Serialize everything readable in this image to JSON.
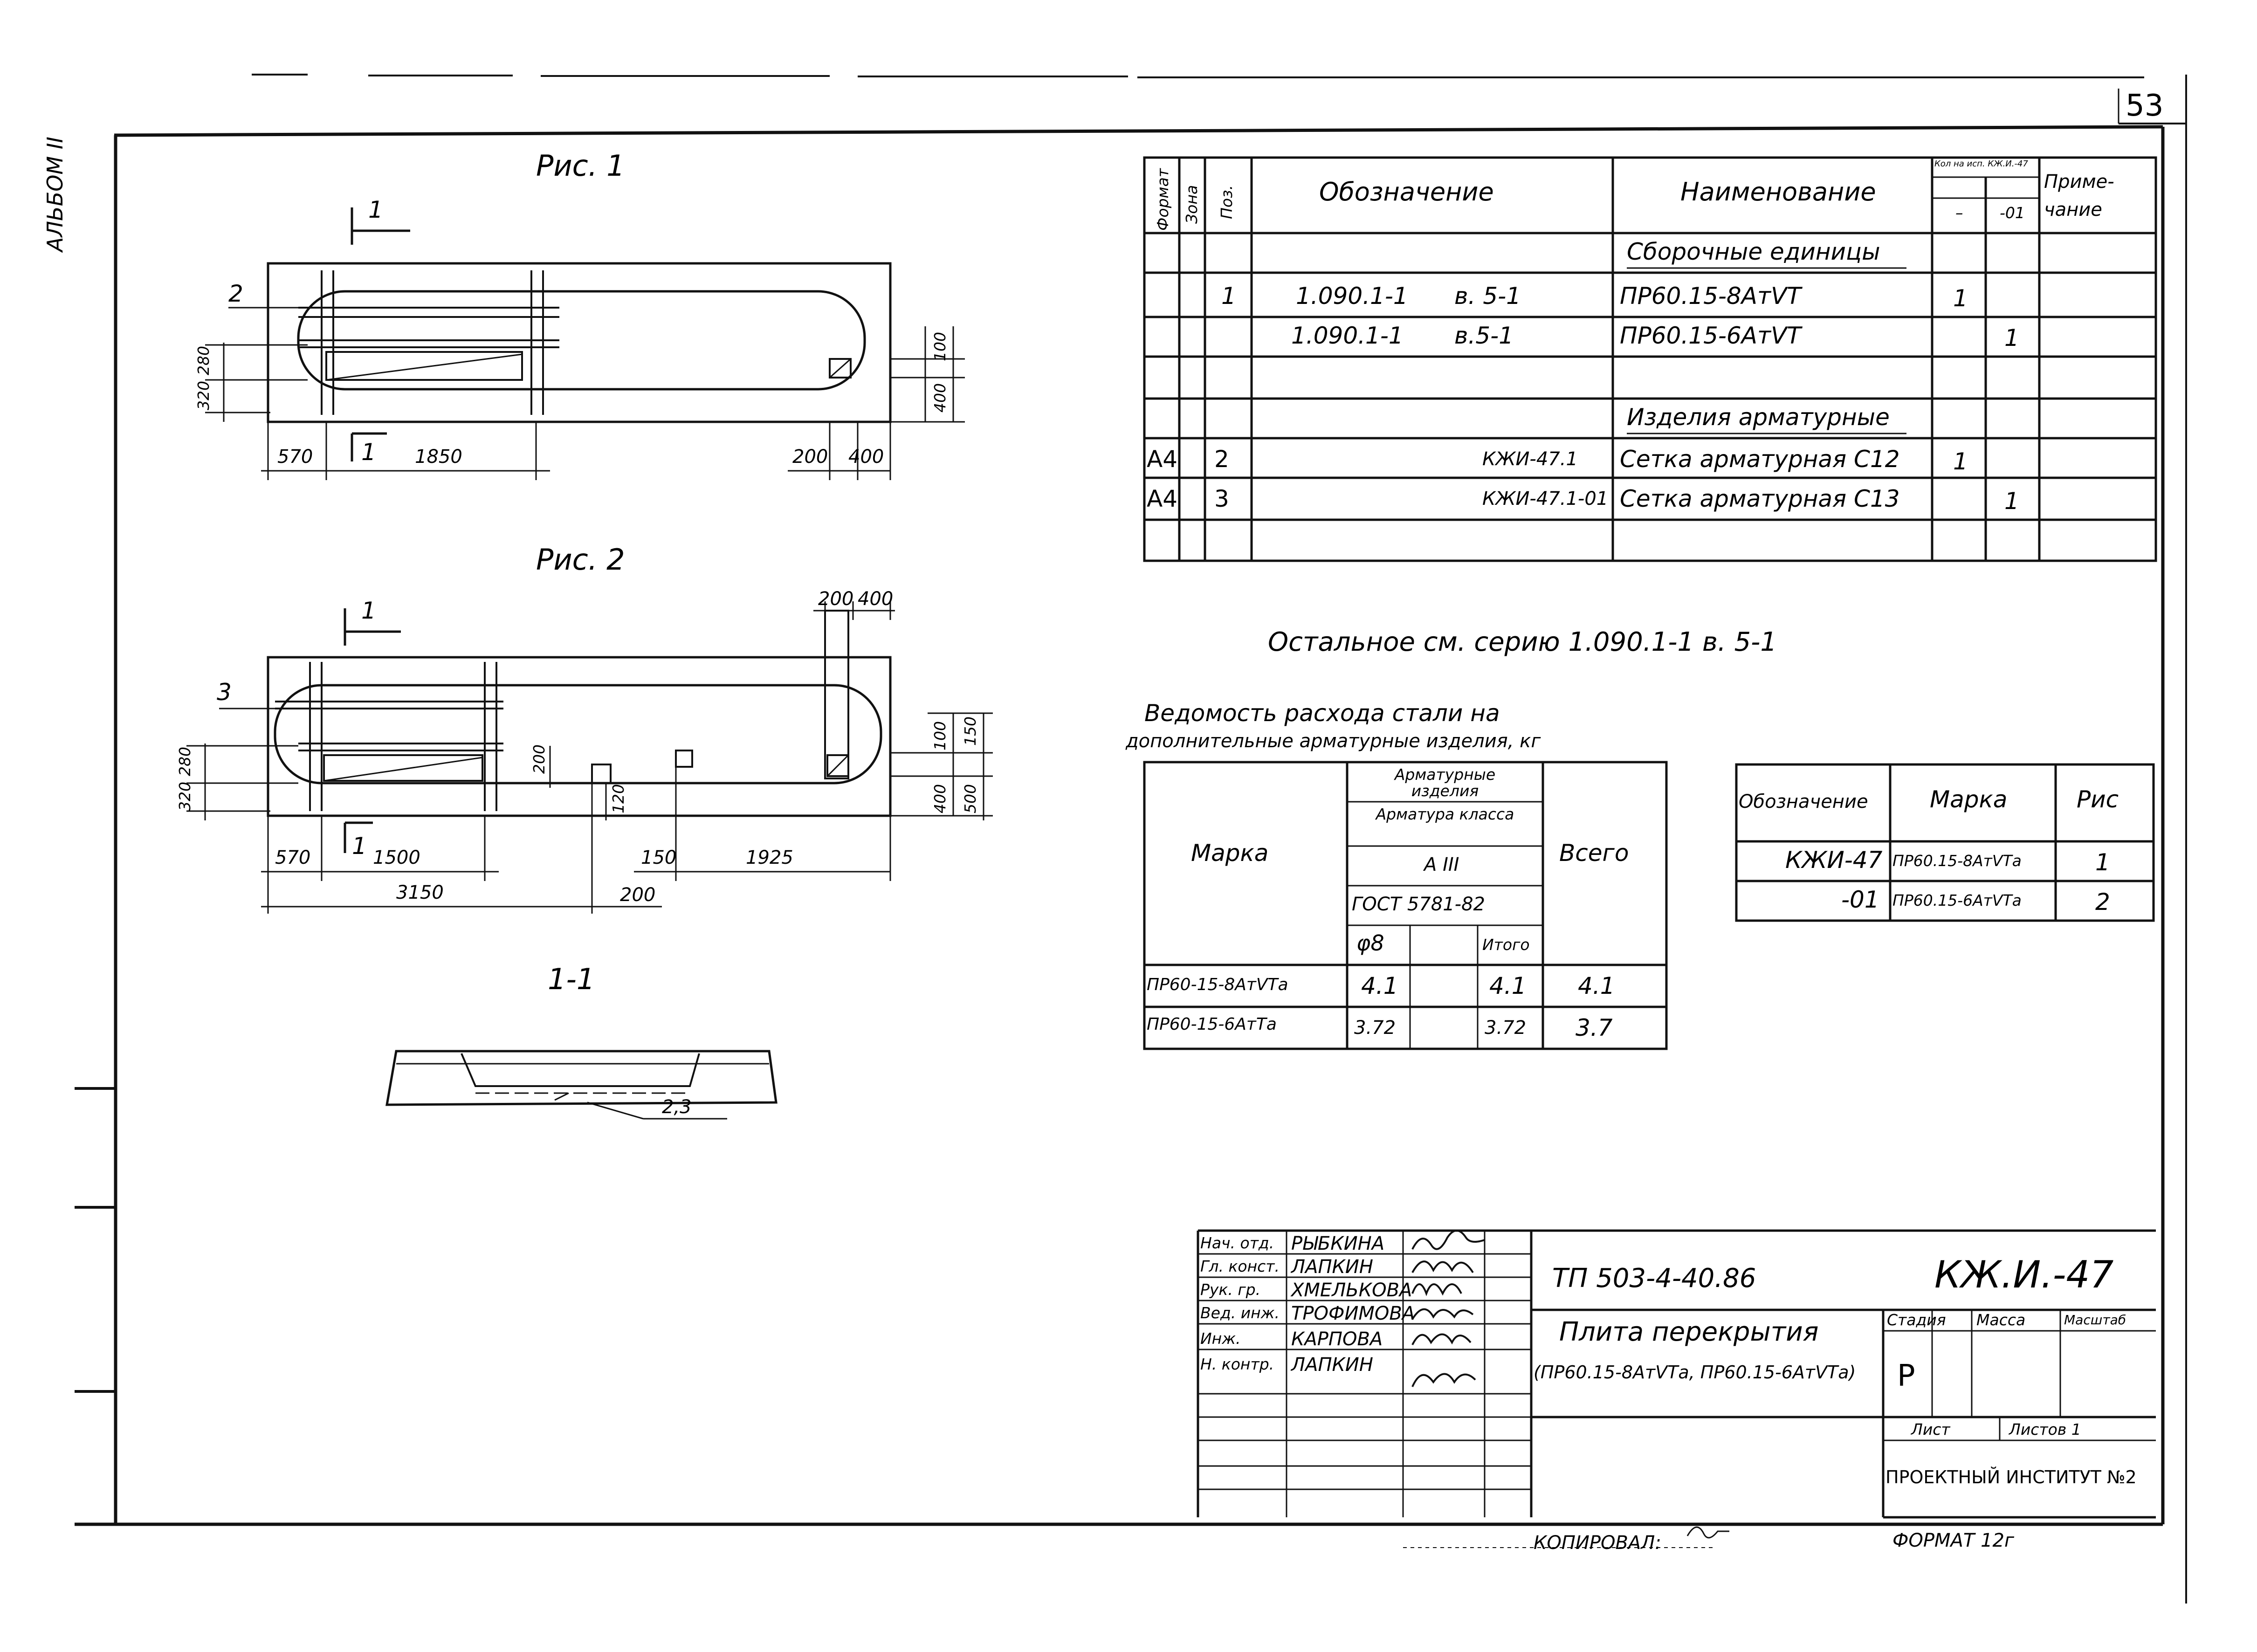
{
  "sheet": {
    "page_number": "53",
    "side_label": "АЛЬБОМ II",
    "footer_copied": "КОПИРОВАЛ:",
    "footer_format": "ФОРМАТ 12г"
  },
  "figures": {
    "fig1_title": "Рис. 1",
    "fig2_title": "Рис. 2",
    "section_title": "1-1",
    "fig1_labels": {
      "section_mark": "1",
      "section_mark_bottom": "1",
      "pos": "2",
      "dim_320": "320",
      "dim_280": "280",
      "dim_570": "570",
      "dim_1850": "1850",
      "dim_200": "200",
      "dim_400": "400",
      "dim_100_right": "100",
      "dim_400_right": "400"
    },
    "fig2_labels": {
      "section_mark": "1",
      "section_mark_bottom": "1",
      "pos": "3",
      "dim_320": "320",
      "dim_280": "280",
      "dim_570": "570",
      "dim_1500": "1500",
      "dim_3150": "3150",
      "dim_150": "150",
      "dim_1925": "1925",
      "dim_200_bottom": "200",
      "dim_200_top": "200",
      "dim_400_top": "400",
      "dim_200_mid": "200",
      "dim_120": "120",
      "dim_100_r": "100",
      "dim_150_r": "150",
      "dim_400_r": "400",
      "dim_500_r": "500"
    },
    "section_labels": {
      "dim_23": "2,3"
    }
  },
  "spec_table": {
    "headers": {
      "format": "Формат",
      "zone": "Зона",
      "pos": "Поз.",
      "designation": "Обозначение",
      "name": "Наименование",
      "qty": "Кол на исп. КЖ.И.-47",
      "qty_a": "–",
      "qty_b": "-01",
      "note": "Приме-чание"
    },
    "rows": [
      {
        "format": "",
        "pos": "",
        "des1": "",
        "des2": "",
        "name": "Сборочные единицы",
        "q1": "",
        "q2": ""
      },
      {
        "format": "",
        "pos": "1",
        "des1": "1.090.1-1",
        "des2": "в. 5-1",
        "name": "ПР60.15-8АтⅤТ",
        "q1": "1",
        "q2": ""
      },
      {
        "format": "",
        "pos": "",
        "des1": "1.090.1-1",
        "des2": "в.5-1",
        "name": "ПР60.15-6АтⅤТ",
        "q1": "",
        "q2": "1"
      },
      {
        "format": "",
        "pos": "",
        "des1": "",
        "des2": "",
        "name": "",
        "q1": "",
        "q2": ""
      },
      {
        "format": "",
        "pos": "",
        "des1": "",
        "des2": "",
        "name": "Изделия арматурные",
        "q1": "",
        "q2": ""
      },
      {
        "format": "А4",
        "pos": "2",
        "des1": "",
        "des2": "КЖИ-47.1",
        "name": "Сетка арматурная С12",
        "q1": "1",
        "q2": ""
      },
      {
        "format": "А4",
        "pos": "3",
        "des1": "",
        "des2": "КЖИ-47.1-01",
        "name": "Сетка арматурная С13",
        "q1": "",
        "q2": "1"
      },
      {
        "format": "",
        "pos": "",
        "des1": "",
        "des2": "",
        "name": "",
        "q1": "",
        "q2": ""
      }
    ]
  },
  "note_rest": "Остальное см. серию 1.090.1-1 в. 5-1",
  "steel_table": {
    "title_line1": "Ведомость расхода стали на",
    "title_line2": "дополнительные арматурные изделия, кг",
    "h_marka": "Марка",
    "h_products": "Арматурные изделия",
    "h_armatura": "Арматура класса",
    "h_class": "А III",
    "h_gost": "ГОСТ 5781-82",
    "h_d8": "φ8",
    "h_itogo": "Итого",
    "h_vsego": "Всего",
    "rows": [
      {
        "marka": "ПР60-15-8АтⅤТа",
        "d8": "4.1",
        "itogo": "4.1",
        "vsego": "4.1"
      },
      {
        "marka": "ПР60-15-6АтТа",
        "d8": "3.72",
        "itogo": "3.72",
        "vsego": "3.7"
      }
    ]
  },
  "ref_table": {
    "h_des": "Обозначение",
    "h_marka": "Марка",
    "h_fig": "Рис",
    "rows": [
      {
        "des": "КЖИ-47",
        "marka": "ПР60.15-8АтⅤТа",
        "fig": "1"
      },
      {
        "des": "-01",
        "marka": "ПР60.15-6АтⅤТа",
        "fig": "2"
      }
    ]
  },
  "title_block": {
    "people": [
      {
        "role": "Нач. отд.",
        "name": "Рыбкина"
      },
      {
        "role": "Гл. конст.",
        "name": "Лапкин"
      },
      {
        "role": "Рук. гр.",
        "name": "Хмелькова"
      },
      {
        "role": "Вед. инж.",
        "name": "Трофимова"
      },
      {
        "role": "Инж.",
        "name": "Карпова"
      },
      {
        "role": "Н. контр.",
        "name": "Лапкин"
      }
    ],
    "project": "ТП 503-4-40.86",
    "doc_code": "КЖ.И.-47",
    "title_line1": "Плита перекрытия",
    "title_line2": "(ПР60.15-8АтⅤТа, ПР60.15-6АтⅤТа)",
    "h_stage": "Стадия",
    "h_mass": "Масса",
    "h_scale": "Масштаб",
    "stage": "Р",
    "h_sheet": "Лист",
    "h_sheets": "Листов 1",
    "org": "ПРОЕКТНЫЙ ИНСТИТУТ №2"
  }
}
